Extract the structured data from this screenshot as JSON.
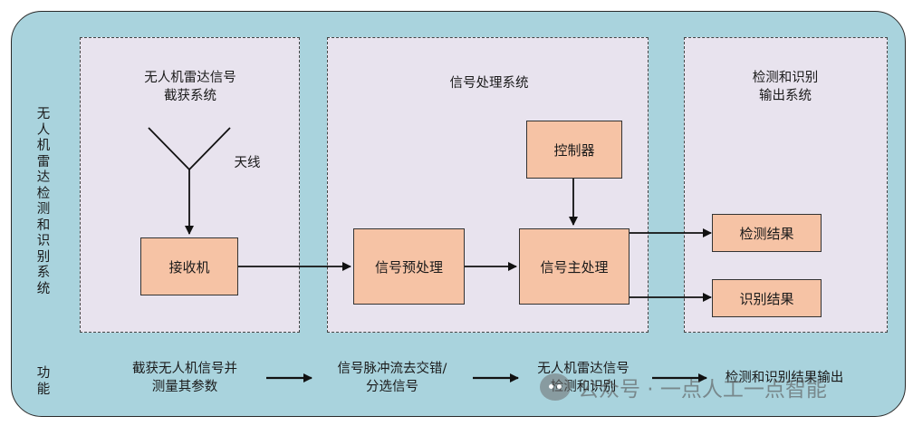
{
  "system_title": "无人机雷达检测和识别系统",
  "function_label": "功能",
  "panels": {
    "acquisition": {
      "title": "无人机雷达信号\n截获系统",
      "antenna_label": "天线"
    },
    "processing": {
      "title": "信号处理系统"
    },
    "output": {
      "title": "检测和识别\n输出系统"
    }
  },
  "blocks": {
    "receiver": "接收机",
    "preprocess": "信号预处理",
    "controller": "控制器",
    "main_process": "信号主处理",
    "detect_result": "检测结果",
    "identify_result": "识别结果"
  },
  "functions": [
    "截获无人机信号并\n测量其参数",
    "信号脉冲流去交错/\n分选信号",
    "无人机雷达信号\n检测和识别",
    "检测和识别结果输出"
  ],
  "watermark": "公众号 · 一点人工一点智能"
}
